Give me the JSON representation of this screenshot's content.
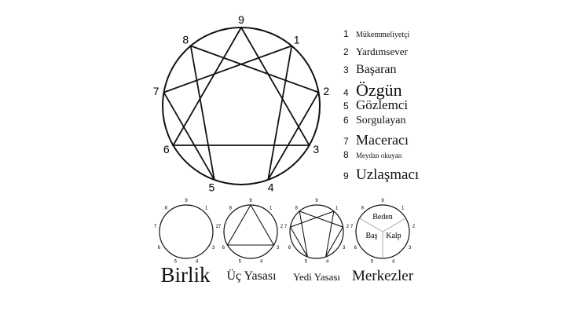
{
  "points": [
    "9",
    "1",
    "2",
    "3",
    "4",
    "5",
    "6",
    "7",
    "8"
  ],
  "types": [
    {
      "num": "1",
      "label": "Mükemmeliyetçi",
      "size": 10
    },
    {
      "num": "2",
      "label": "Yardımsever",
      "size": 13
    },
    {
      "num": "3",
      "label": "Başaran",
      "size": 16
    },
    {
      "num": "4",
      "label": "Özgün",
      "size": 22
    },
    {
      "num": "5",
      "label": "Gözlemci",
      "size": 17
    },
    {
      "num": "6",
      "label": "Sorgulayan",
      "size": 14
    },
    {
      "num": "7",
      "label": "Maceracı",
      "size": 18
    },
    {
      "num": "8",
      "label": "Meydan okuyan",
      "size": 9
    },
    {
      "num": "9",
      "label": "Uzlaşmacı",
      "size": 19
    }
  ],
  "small_diagrams": [
    {
      "caption": "Birlik",
      "mode": "none"
    },
    {
      "caption": "Üç Yasası",
      "mode": "triangle"
    },
    {
      "caption": "Yedi Yasası",
      "mode": "hexad"
    },
    {
      "caption": "Merkezler",
      "mode": "centers",
      "centers": [
        "Beden",
        "Kalp",
        "Baş"
      ]
    }
  ]
}
